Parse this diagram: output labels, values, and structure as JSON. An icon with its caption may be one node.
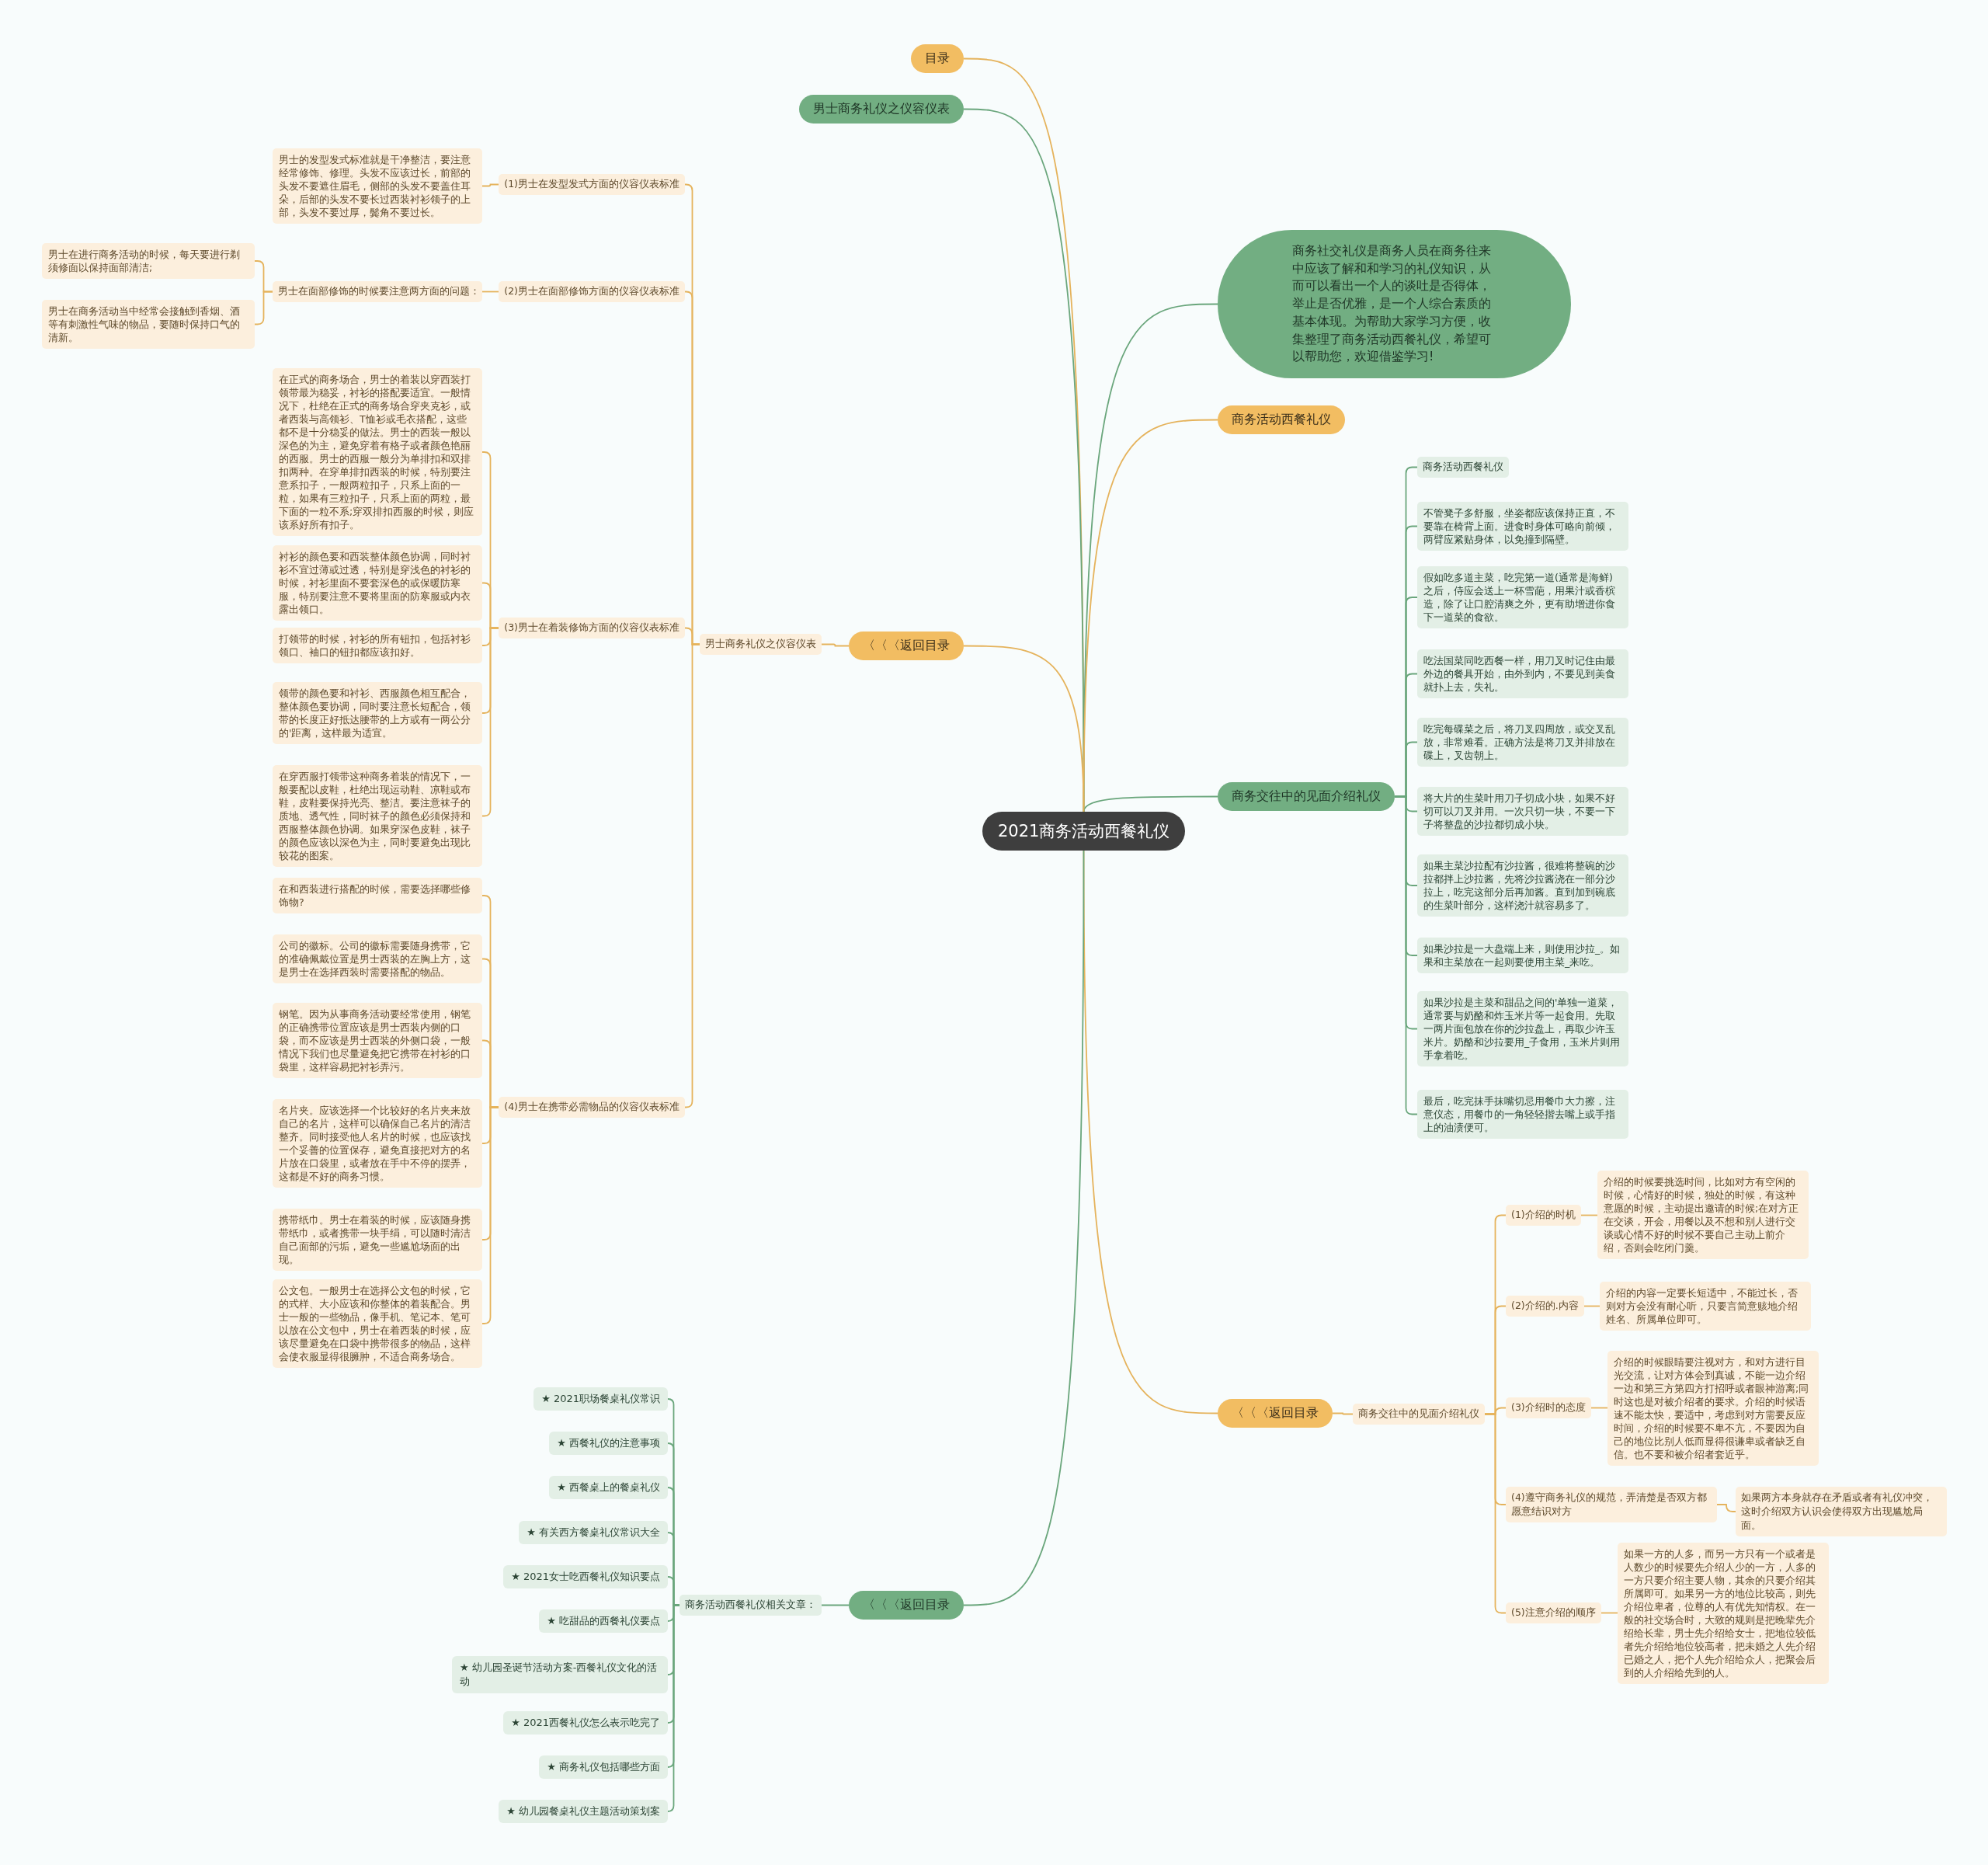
{
  "diagram": {
    "nodes": [
      {
        "text": [
          "2021商务活动西餐礼仪"
        ]
      },
      {
        "text": [
          "目录"
        ]
      },
      {
        "text": [
          "男士商务礼仪之仪容仪表"
        ]
      },
      {
        "text": [
          "商务社交礼仪是商务人员在商务往来中应该了解和和学习的礼仪知识，从而可以看出一个人的谈吐是否得体，举止是否优雅，是一个人综合素质的基本体现。为帮助大家学习方便，收集整理了商务活动西餐礼仪，希望可以帮助您，欢迎借鉴学习!"
        ]
      },
      {
        "text": [
          "商务活动西餐礼仪"
        ]
      },
      {
        "text": [
          "商务交往中的见面介绍礼仪"
        ]
      },
      {
        "text": [
          "〈〈〈返回目录"
        ]
      },
      {
        "text": [
          "男士商务礼仪之仪容仪表"
        ]
      },
      {
        "text": [
          "(1)男士在发型发式方面的仪容仪表标准"
        ]
      },
      {
        "text": [
          "男士的发型发式标准就是干净整洁，要注意经常修饰、修理。头发不应该过长，前部的头发不要遮住眉毛，侧部的头发不要盖住耳朵，后部的头发不要长过西装衬衫领子的上部，头发不要过厚，鬓角不要过长。"
        ]
      },
      {
        "text": [
          "(2)男士在面部修饰方面的仪容仪表标准"
        ]
      },
      {
        "text": [
          "男士在面部修饰的时候要注意两方面的问题："
        ]
      },
      {
        "text": [
          "男士在进行商务活动的时候，每天要进行剃须修面以保持面部清洁;"
        ]
      },
      {
        "text": [
          "男士在商务活动当中经常会接触到香烟、酒等有刺激性气味的物品，要随时保持口气的清新。"
        ]
      },
      {
        "text": [
          "(3)男士在着装修饰方面的仪容仪表标准"
        ]
      },
      {
        "text": [
          "在正式的商务场合，男士的着装以穿西装打领带最为稳妥，衬衫的搭配要适宜。一般情况下，杜绝在正式的商务场合穿夹克衫，或者西装与高领衫、T恤衫或毛衣搭配，这些都不是十分稳妥的做法。男士的西装一般以深色的为主，避免穿着有格子或者颜色艳丽的西服。男士的西服一般分为单排扣和双排扣两种。在穿单排扣西装的时候，特别要注意系扣子，一般两粒扣子，只系上面的一粒，如果有三粒扣子，只系上面的两粒，最下面的一粒不系;穿双排扣西服的时候，则应该系好所有扣子。"
        ]
      },
      {
        "text": [
          "衬衫的颜色要和西装整体颜色协调，同时衬衫不宜过薄或过透，特别是穿浅色的衬衫的时候，衬衫里面不要套深色的或保暖防寒服，特别要注意不要将里面的防寒服或内衣露出领口。"
        ]
      },
      {
        "text": [
          "打领带的时候，衬衫的所有钮扣，包括衬衫领口、袖口的钮扣都应该扣好。"
        ]
      },
      {
        "text": [
          "领带的颜色要和衬衫、西服颜色相互配合，整体颜色要协调，同时要注意长短配合，领带的长度正好抵达腰带的上方或有一两公分的'距离，这样最为适宜。"
        ]
      },
      {
        "text": [
          "在穿西服打领带这种商务着装的情况下，一般要配以皮鞋，杜绝出现运动鞋、凉鞋或布鞋，皮鞋要保持光亮、整洁。要注意袜子的质地、透气性，同时袜子的颜色必须保持和西服整体颜色协调。如果穿深色皮鞋，袜子的颜色应该以深色为主，同时要避免出现比较花的图案。"
        ]
      },
      {
        "text": [
          "(4)男士在携带必需物品的仪容仪表标准"
        ]
      },
      {
        "text": [
          "在和西装进行搭配的时候，需要选择哪些修饰物?"
        ]
      },
      {
        "text": [
          "公司的徽标。公司的徽标需要随身携带，它的准确佩戴位置是男士西装的左胸上方，这是男士在选择西装时需要搭配的物品。"
        ]
      },
      {
        "text": [
          "钢笔。因为从事商务活动要经常使用，钢笔的正确携带位置应该是男士西装内侧的口袋，而不应该是男士西装的外侧口袋，一般情况下我们也尽量避免把它携带在衬衫的口袋里，这样容易把衬衫弄污。"
        ]
      },
      {
        "text": [
          "名片夹。应该选择一个比较好的名片夹来放自己的名片，这样可以确保自己名片的清洁整齐。同时接受他人名片的时候，也应该找一个妥善的位置保存，避免直接把对方的名片放在口袋里，或者放在手中不停的摆弄，这都是不好的商务习惯。"
        ]
      },
      {
        "text": [
          "携带纸巾。男士在着装的时候，应该随身携带纸巾，或者携带一块手绢，可以随时清洁自己面部的污垢，避免一些尴尬场面的出现。"
        ]
      },
      {
        "text": [
          "公文包。一般男士在选择公文包的时候，它的式样、大小应该和你整体的着装配合。男士一般的一些物品，像手机、笔记本、笔可以放在公文包中，男士在着西装的时候，应该尽量避免在口袋中携带很多的物品，这样会使衣服显得很臃肿，不适合商务场合。"
        ]
      },
      {
        "text": [
          "商务活动西餐礼仪"
        ]
      },
      {
        "text": [
          "不管凳子多舒服，坐姿都应该保持正直，不要靠在椅背上面。进食时身体可略向前倾，两臂应紧贴身体，以免撞到隔壁。"
        ]
      },
      {
        "text": [
          "假如吃多道主菜，吃完第一道(通常是海鲜)之后，侍应会送上一杯雪葩，用果汁或香槟造，除了让口腔清爽之外，更有助增进你食下一道菜的食欲。"
        ]
      },
      {
        "text": [
          "吃法国菜同吃西餐一样，用刀叉时记住由最外边的餐具开始，由外到内，不要见到美食就扑上去，失礼。"
        ]
      },
      {
        "text": [
          "吃完每碟菜之后，将刀叉四周放，或交叉乱放，非常难看。正确方法是将刀叉并排放在碟上，叉齿朝上。"
        ]
      },
      {
        "text": [
          "将大片的生菜叶用刀子切成小块，如果不好切可以刀叉并用。一次只切一块，不要一下子将整盘的沙拉都切成小块。"
        ]
      },
      {
        "text": [
          "如果主菜沙拉配有沙拉酱，很难将整碗的沙拉都拌上沙拉酱，先将沙拉酱浇在一部分沙拉上，吃完这部分后再加酱。直到加到碗底的生菜叶部分，这样浇汁就容易多了。"
        ]
      },
      {
        "text": [
          "如果沙拉是一大盘端上来，则使用沙拉_。如果和主菜放在一起则要使用主菜_来吃。"
        ]
      },
      {
        "text": [
          "如果沙拉是主菜和甜品之间的'单独一道菜，通常要与奶酪和炸玉米片等一起食用。先取一两片面包放在你的沙拉盘上，再取少许玉米片。奶酪和沙拉要用_子食用，玉米片则用手拿着吃。"
        ]
      },
      {
        "text": [
          "最后，吃完抹手抹嘴切忌用餐巾大力擦，注意仪态，用餐巾的一角轻轻揩去嘴上或手指上的油渍便可。"
        ]
      },
      {
        "text": [
          "〈〈〈返回目录"
        ]
      },
      {
        "text": [
          "商务交往中的见面介绍礼仪"
        ]
      },
      {
        "text": [
          "(1)介绍的时机"
        ]
      },
      {
        "text": [
          "介绍的时候要挑选时间，比如对方有空闲的时候，心情好的时候，独处的时候，有这种意愿的时候，主动提出邀请的时候;在对方正在交谈，开会，用餐以及不想和别人进行交谈或心情不好的时候不要自己主动上前介绍，否则会吃闭门羹。"
        ]
      },
      {
        "text": [
          "(2)介绍的.内容"
        ]
      },
      {
        "text": [
          "介绍的内容一定要长短适中，不能过长，否则对方会没有耐心听，只要言简意赅地介绍姓名、所属单位即可。"
        ]
      },
      {
        "text": [
          "(3)介绍时的态度"
        ]
      },
      {
        "text": [
          "介绍的时候眼睛要注视对方，和对方进行目光交流，让对方体会到真诚，不能一边介绍一边和第三方第四方打招呼或者眼神游离;同时这也是对被介绍者的要求。介绍的时候语速不能太快，要适中，考虑到对方需要反应时间，介绍的时候要不卑不亢，不要因为自己的地位比别人低而显得很谦卑或者缺乏自信。也不要和被介绍者套近乎。"
        ]
      },
      {
        "text": [
          "(4)遵守商务礼仪的规范，弄清楚是否双方都愿意结识对方"
        ]
      },
      {
        "text": [
          "如果两方本身就存在矛盾或者有礼仪冲突，这时介绍双方认识会使得双方出现尴尬局面。"
        ]
      },
      {
        "text": [
          "(5)注意介绍的顺序"
        ]
      },
      {
        "text": [
          "如果一方的人多，而另一方只有一个或者是人数少的时候要先介绍人少的一方，人多的一方只要介绍主要人物，其余的只要介绍其所属即可。如果另一方的地位比较高，则先介绍位卑者，位尊的人有优先知情权。在一般的社交场合时，大致的规则是把晚辈先介绍给长辈，男士先介绍给女士，把地位较低者先介绍给地位较高者，把未婚之人先介绍已婚之人，把个人先介绍给众人，把聚会后到的人介绍给先到的人。"
        ]
      },
      {
        "text": [
          "〈〈〈返回目录"
        ]
      },
      {
        "text": [
          "商务活动西餐礼仪相关文章："
        ]
      },
      {
        "text": [
          "★ 2021职场餐桌礼仪常识"
        ]
      },
      {
        "text": [
          "★ 西餐礼仪的注意事项"
        ]
      },
      {
        "text": [
          "★ 西餐桌上的餐桌礼仪"
        ]
      },
      {
        "text": [
          "★ 有关西方餐桌礼仪常识大全"
        ]
      },
      {
        "text": [
          "★ 2021女士吃西餐礼仪知识要点"
        ]
      },
      {
        "text": [
          "★ 吃甜品的西餐礼仪要点"
        ]
      },
      {
        "text": [
          "★ 幼儿园圣诞节活动方案-西餐礼仪文化的活动"
        ]
      },
      {
        "text": [
          "★ 2021西餐礼仪怎么表示吃完了"
        ]
      },
      {
        "text": [
          "★ 商务礼仪包括哪些方面"
        ]
      },
      {
        "text": [
          "★ 幼儿园餐桌礼仪主题活动策划案"
        ]
      }
    ],
    "edges": [
      {
        "from": 0,
        "to": 1,
        "arrow": "none"
      },
      {
        "from": 0,
        "to": 2,
        "arrow": "none",
        "color": "#6aa67c"
      },
      {
        "from": 0,
        "to": 3,
        "arrow": "none",
        "color": "#6aa67c"
      },
      {
        "from": 0,
        "to": 4,
        "arrow": "none"
      },
      {
        "from": 0,
        "to": 5,
        "arrow": "none",
        "color": "#6aa67c"
      },
      {
        "from": 0,
        "to": 6,
        "arrow": "none"
      },
      {
        "from": 0,
        "to": 37,
        "arrow": "none"
      },
      {
        "from": 0,
        "to": 49,
        "arrow": "none",
        "color": "#6aa67c"
      },
      {
        "from": 6,
        "to": 7,
        "arrow": "none"
      },
      {
        "from": 7,
        "to": 8,
        "arrow": "none"
      },
      {
        "from": 7,
        "to": 10,
        "arrow": "none"
      },
      {
        "from": 7,
        "to": 14,
        "arrow": "none"
      },
      {
        "from": 7,
        "to": 20,
        "arrow": "none"
      },
      {
        "from": 8,
        "to": 9,
        "arrow": "none"
      },
      {
        "from": 10,
        "to": 11,
        "arrow": "none"
      },
      {
        "from": 11,
        "to": 12,
        "arrow": "none"
      },
      {
        "from": 11,
        "to": 13,
        "arrow": "none"
      },
      {
        "from": 14,
        "to": 15,
        "arrow": "none"
      },
      {
        "from": 14,
        "to": 16,
        "arrow": "none"
      },
      {
        "from": 14,
        "to": 17,
        "arrow": "none"
      },
      {
        "from": 14,
        "to": 18,
        "arrow": "none"
      },
      {
        "from": 14,
        "to": 19,
        "arrow": "none"
      },
      {
        "from": 20,
        "to": 21,
        "arrow": "none"
      },
      {
        "from": 20,
        "to": 22,
        "arrow": "none"
      },
      {
        "from": 20,
        "to": 23,
        "arrow": "none"
      },
      {
        "from": 20,
        "to": 24,
        "arrow": "none"
      },
      {
        "from": 20,
        "to": 25,
        "arrow": "none"
      },
      {
        "from": 20,
        "to": 26,
        "arrow": "none"
      },
      {
        "from": 5,
        "to": 27,
        "arrow": "none",
        "color": "#6aa67c"
      },
      {
        "from": 5,
        "to": 28,
        "arrow": "none",
        "color": "#6aa67c"
      },
      {
        "from": 5,
        "to": 29,
        "arrow": "none",
        "color": "#6aa67c"
      },
      {
        "from": 5,
        "to": 30,
        "arrow": "none",
        "color": "#6aa67c"
      },
      {
        "from": 5,
        "to": 31,
        "arrow": "none",
        "color": "#6aa67c"
      },
      {
        "from": 5,
        "to": 32,
        "arrow": "none",
        "color": "#6aa67c"
      },
      {
        "from": 5,
        "to": 33,
        "arrow": "none",
        "color": "#6aa67c"
      },
      {
        "from": 5,
        "to": 34,
        "arrow": "none",
        "color": "#6aa67c"
      },
      {
        "from": 5,
        "to": 35,
        "arrow": "none",
        "color": "#6aa67c"
      },
      {
        "from": 5,
        "to": 36,
        "arrow": "none",
        "color": "#6aa67c"
      },
      {
        "from": 37,
        "to": 38,
        "arrow": "none"
      },
      {
        "from": 38,
        "to": 39,
        "arrow": "none"
      },
      {
        "from": 38,
        "to": 41,
        "arrow": "none"
      },
      {
        "from": 38,
        "to": 43,
        "arrow": "none"
      },
      {
        "from": 38,
        "to": 45,
        "arrow": "none"
      },
      {
        "from": 38,
        "to": 47,
        "arrow": "none"
      },
      {
        "from": 39,
        "to": 40,
        "arrow": "none"
      },
      {
        "from": 41,
        "to": 42,
        "arrow": "none"
      },
      {
        "from": 43,
        "to": 44,
        "arrow": "none"
      },
      {
        "from": 45,
        "to": 46,
        "arrow": "none"
      },
      {
        "from": 47,
        "to": 48,
        "arrow": "none"
      },
      {
        "from": 49,
        "to": 50,
        "arrow": "none",
        "color": "#6aa67c"
      },
      {
        "from": 50,
        "to": 51,
        "arrow": "none",
        "color": "#6aa67c"
      },
      {
        "from": 50,
        "to": 52,
        "arrow": "none",
        "color": "#6aa67c"
      },
      {
        "from": 50,
        "to": 53,
        "arrow": "none",
        "color": "#6aa67c"
      },
      {
        "from": 50,
        "to": 54,
        "arrow": "none",
        "color": "#6aa67c"
      },
      {
        "from": 50,
        "to": 55,
        "arrow": "none",
        "color": "#6aa67c"
      },
      {
        "from": 50,
        "to": 56,
        "arrow": "none",
        "color": "#6aa67c"
      },
      {
        "from": 50,
        "to": 57,
        "arrow": "none",
        "color": "#6aa67c"
      },
      {
        "from": 50,
        "to": 58,
        "arrow": "none",
        "color": "#6aa67c"
      },
      {
        "from": 50,
        "to": 59,
        "arrow": "none",
        "color": "#6aa67c"
      },
      {
        "from": 50,
        "to": 60,
        "arrow": "none",
        "color": "#6aa67c"
      }
    ]
  }
}
